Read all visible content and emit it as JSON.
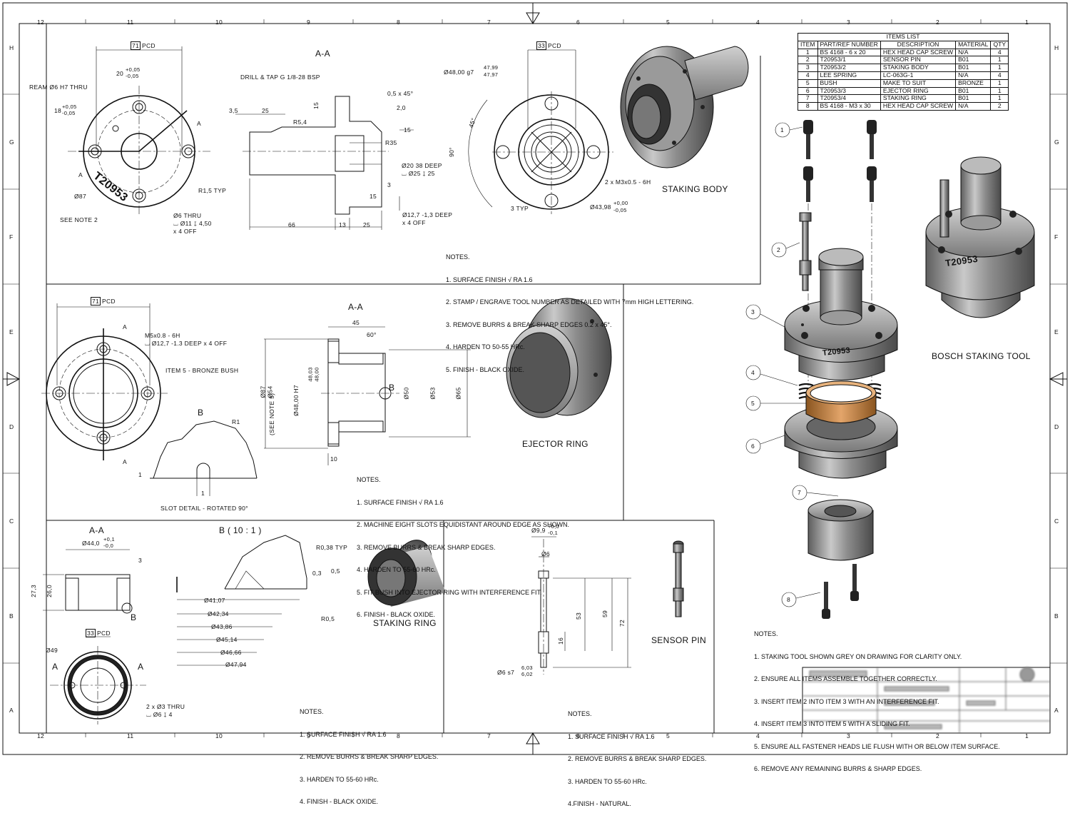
{
  "border": {
    "columns": [
      "12",
      "11",
      "10",
      "9",
      "8",
      "7",
      "6",
      "5",
      "4",
      "3",
      "2",
      "1"
    ],
    "rows": [
      "H",
      "G",
      "F",
      "E",
      "D",
      "C",
      "B",
      "A"
    ]
  },
  "items_list": {
    "title": "ITEMS LIST",
    "headers": [
      "ITEM",
      "PART/REF NUMBER",
      "DESCRIPTION",
      "MATERIAL",
      "QTY"
    ],
    "rows": [
      [
        "1",
        "BS 4168 - 6 x 20",
        "HEX HEAD CAP SCREW",
        "N/A",
        "4"
      ],
      [
        "2",
        "T20953/1",
        "SENSOR PIN",
        "B01",
        "1"
      ],
      [
        "3",
        "T20953/2",
        "STAKING BODY",
        "B01",
        "1"
      ],
      [
        "4",
        "LEE SPRING",
        "LC-063G-1",
        "N/A",
        "4"
      ],
      [
        "5",
        "BUSH",
        "MAKE TO SUIT",
        "BRONZE",
        "1"
      ],
      [
        "6",
        "T20953/3",
        "EJECTOR RING",
        "B01",
        "1"
      ],
      [
        "7",
        "T20953/4",
        "STAKING RING",
        "B01",
        "1"
      ],
      [
        "8",
        "BS 4168 - M3 x 30",
        "HEX HEAD CAP SCREW",
        "N/A",
        "2"
      ]
    ]
  },
  "staking_body": {
    "title": "STAKING BODY",
    "section_label": "A-A",
    "engraving": "T20953",
    "dims": {
      "pcd": "71",
      "pcd2": "33",
      "pcd_suffix": "PCD",
      "d20": "20",
      "tol_p005": "+0,05",
      "tol_m005": "-0,05",
      "d18": "18",
      "ream": "REAM Ø6 H7 THRU",
      "d87": "Ø87",
      "see_note": "SEE NOTE 2",
      "hole6": "Ø6 THRU",
      "cbore": "⌴ Ø11 ↧ 4,50",
      "x4off": "x 4 OFF",
      "drill": "DRILL & TAP G 1/8-28 BSP",
      "d3_5": "3,5",
      "d25": "25",
      "r5_4": "R5,4",
      "d15": "15",
      "chamfer": "0,5 x 45°",
      "d2_0": "2,0",
      "d15b": "15",
      "r35": "R35",
      "deep20": "Ø20 38 DEEP",
      "cb25": "⌴ Ø25 ↧ 25",
      "d3": "3",
      "d15c": "15",
      "r1_5": "R1,5 TYP",
      "d66": "66",
      "d13": "13",
      "d25b": "25",
      "d12_7": "Ø12,7 -1,3 DEEP",
      "d12_7b": "x 4 OFF",
      "g7": "Ø48,00 g7",
      "g7a": "47,99",
      "g7b": "47,97",
      "d45": "45°",
      "d90": "90°",
      "m3": "2 x M3x0.5 - 6H",
      "d43": "Ø43,98",
      "d43a": "+0,00",
      "d43b": "-0,05",
      "typ3": "3 TYP",
      "a_mark": "A"
    },
    "notes": [
      "NOTES.",
      "1. SURFACE FINISH",
      "2. STAMP / ENGRAVE TOOL NUMBER AS DETAILED WITH 7mm HIGH LETTERING.",
      "3. REMOVE BURRS & BREAK SHARP EDGES 0.2 x 45°.",
      "4. HARDEN TO 50-55 HRc.",
      "5. FINISH - BLACK OXIDE."
    ],
    "ra": "RA 1.6"
  },
  "ejector_ring": {
    "title": "EJECTOR RING",
    "section_label": "A-A",
    "slot_label": "SLOT DETAIL - ROTATED 90°",
    "dims": {
      "pcd": "71",
      "pcd_suffix": "PCD",
      "m5": "M5x0.8 - 6H",
      "m5b": "⌴ Ø12,7 -1.3 DEEP x 4 OFF",
      "bush": "ITEM 5 - BRONZE BUSH",
      "b": "B",
      "r1": "R1",
      "one": "1",
      "one2": "1",
      "d45": "45",
      "d60": "60°",
      "d87": "Ø87",
      "d54": "Ø54",
      "seen5": "(SEE NOTE 5)",
      "h7": "Ø48,00 H7",
      "h7a": "48,03",
      "h7b": "48,00",
      "d50": "Ø50",
      "d53": "Ø53",
      "d65": "Ø65",
      "d10": "10",
      "a_mark": "A"
    },
    "notes": [
      "NOTES.",
      "1. SURFACE FINISH",
      "2. MACHINE EIGHT SLOTS EQUIDISTANT AROUND EDGE AS SHOWN.",
      "3. REMOVE BURRS & BREAK SHARP EDGES.",
      "4. HARDEN TO 55-60 HRc.",
      "5. FIT BUSH INTO EJECTOR RING WITH INTERFERENCE FIT.",
      "6. FINISH - BLACK OXIDE."
    ],
    "ra": "RA 1.6"
  },
  "staking_ring": {
    "title": "STAKING RING",
    "section_label": "A-A",
    "detail_label": "B ( 10 : 1 )",
    "dims": {
      "d44": "Ø44,0",
      "d44a": "+0,1",
      "d44b": "-0,0",
      "d3": "3",
      "d27": "27,3",
      "d26": "26,0",
      "b": "B",
      "pcd": "33",
      "pcd_suffix": "PCD",
      "d49": "Ø49",
      "holes": "2 x Ø3 THRU",
      "holes2": "⌴ Ø6 ↧ 4",
      "r038": "R0,38 TYP",
      "d03": "0,3",
      "d05": "0,5",
      "r05": "R0,5",
      "d4107": "Ø41,07",
      "d4234": "Ø42,34",
      "d4386": "Ø43,86",
      "d4514": "Ø45,14",
      "d4666": "Ø46,66",
      "d4794": "Ø47,94",
      "a_mark": "A"
    },
    "notes": [
      "NOTES.",
      "1. SURFACE FINISH",
      "2. REMOVE BURRS & BREAK SHARP EDGES.",
      "3. HARDEN TO 55-60 HRc.",
      "4. FINISH - BLACK OXIDE."
    ],
    "ra": "RA 1.6"
  },
  "sensor_pin": {
    "title": "SENSOR PIN",
    "dims": {
      "d99": "Ø9,9",
      "d99a": "+0,0",
      "d99b": "-0,1",
      "d6": "Ø6",
      "d53": "53",
      "d59": "59",
      "d72": "72",
      "d16": "16",
      "s7": "Ø6 s7",
      "s7a": "6,03",
      "s7b": "6,02"
    },
    "notes": [
      "NOTES.",
      "1. SURFACE FINISH",
      "2. REMOVE BURRS & BREAK SHARP EDGES.",
      "3. HARDEN TO 55-60 HRc.",
      "4.FINISH - NATURAL."
    ],
    "ra": "RA 1.6"
  },
  "assembly": {
    "title": "BOSCH STAKING TOOL",
    "engraving": "T20953",
    "balloons": [
      "1",
      "2",
      "3",
      "4",
      "5",
      "6",
      "7",
      "8"
    ],
    "notes": [
      "NOTES.",
      "1. STAKING TOOL SHOWN GREY ON DRAWING FOR CLARITY ONLY.",
      "2. ENSURE ALL ITEMS ASSEMBLE TOGETHER CORRECTLY.",
      "3. INSERT ITEM 2 INTO ITEM 3 WITH AN INTERFERENCE FIT.",
      "4. INSERT ITEM 3 INTO ITEM 5 WITH A SLIDING FIT.",
      "5. ENSURE ALL FASTENER HEADS LIE FLUSH WITH OR BELOW ITEM SURFACE.",
      "6. REMOVE ANY REMAINING BURRS & SHARP EDGES."
    ]
  },
  "colors": {
    "line": "#111111",
    "part_grey": "#9a9a9a",
    "bronze": "#c98a4a",
    "screw": "#222222"
  }
}
